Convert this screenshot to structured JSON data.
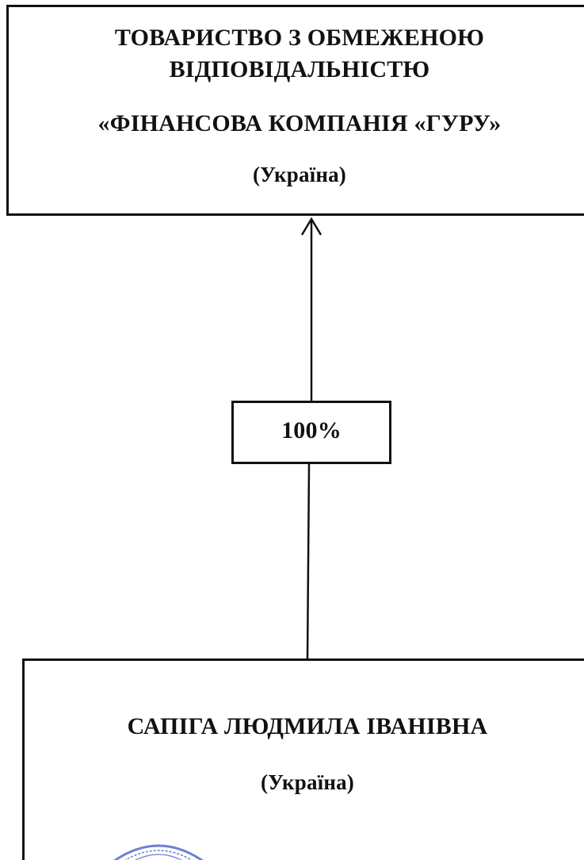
{
  "top_entity": {
    "line1": "ТОВАРИСТВО З ОБМЕЖЕНОЮ",
    "line2": "ВІДПОВІДАЛЬНІСТЮ",
    "line3": "«ФІНАНСОВА КОМПАНІЯ «ГУРУ»",
    "country": "(Україна)"
  },
  "ownership": {
    "share": "100%"
  },
  "bottom_entity": {
    "name": "САПІГА ЛЮДМИЛА ІВАНІВНА",
    "country": "(Україна)"
  },
  "colors": {
    "ink": "#111111",
    "stamp": "#6b7fd0"
  }
}
